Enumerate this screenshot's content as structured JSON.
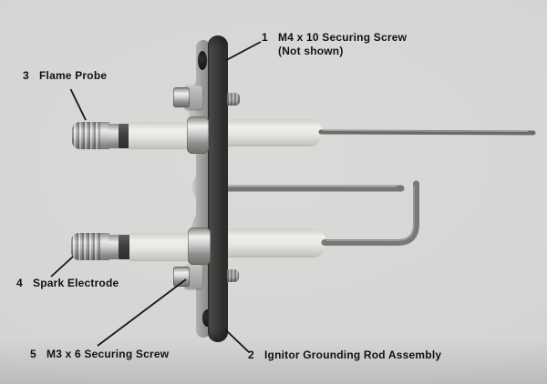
{
  "figure": {
    "description": "Grayscale photograph of an ignitor electrode assembly mounted on a vertical plate, with numbered callout labels",
    "colors": {
      "background": "#d4d4d2",
      "label_text": "#111111",
      "plate_edge": "#383735",
      "ceramic": "#e8e6e0"
    },
    "labels": {
      "l1": {
        "number": "1",
        "line1": "M4 x 10 Securing Screw",
        "line2": "(Not shown)"
      },
      "l2": {
        "number": "2",
        "line1": "Ignitor Grounding Rod Assembly"
      },
      "l3": {
        "number": "3",
        "line1": "Flame Probe"
      },
      "l4": {
        "number": "4",
        "line1": "Spark Electrode"
      },
      "l5": {
        "number": "5",
        "line1": "M3 x 6 Securing Screw"
      }
    }
  }
}
